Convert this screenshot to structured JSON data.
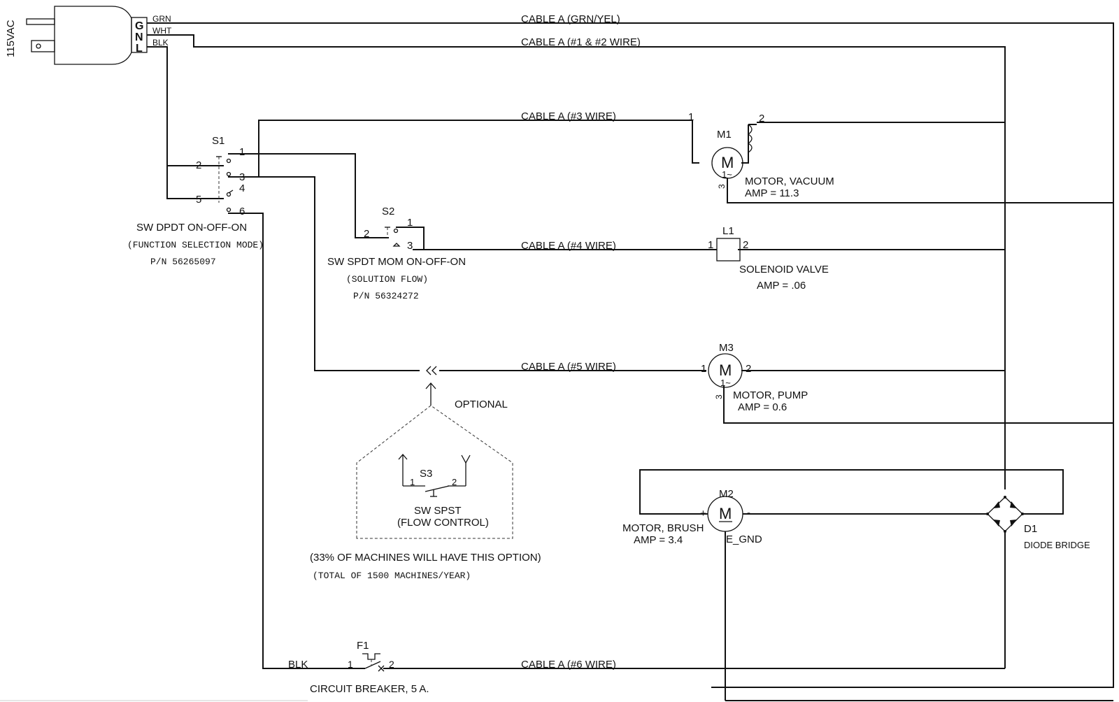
{
  "power": {
    "voltage_label": "115VAC",
    "plug_letters": [
      "G",
      "N",
      "L"
    ],
    "wire_labels": [
      "GRN",
      "WHT",
      "BLK"
    ]
  },
  "cables": {
    "grn_yel": "CABLE A (GRN/YEL)",
    "w12": "CABLE A (#1 & #2 WIRE)",
    "w3": "CABLE A (#3 WIRE)",
    "w4": "CABLE A (#4 WIRE)",
    "w5": "CABLE A (#5 WIRE)",
    "w6": "CABLE A (#6 WIRE)"
  },
  "s1": {
    "ref": "S1",
    "pins": [
      "1",
      "2",
      "3",
      "4",
      "5",
      "6"
    ],
    "title": "SW DPDT ON-OFF-ON",
    "function": "(FUNCTION SELECTION MODE)",
    "part_number": "P/N 56265097"
  },
  "s2": {
    "ref": "S2",
    "pins": [
      "1",
      "2",
      "3"
    ],
    "title": "SW SPDT MOM ON-OFF-ON",
    "function": "(SOLUTION FLOW)",
    "part_number": "P/N 56324272"
  },
  "s3": {
    "ref": "S3",
    "pins": [
      "1",
      "2"
    ],
    "title": "SW SPST",
    "function": "(FLOW CONTROL)",
    "optional_label": "OPTIONAL",
    "option_note": "(33% OF MACHINES WILL HAVE THIS OPTION)",
    "total_note": "(TOTAL OF 1500 MACHINES/YEAR)"
  },
  "m1": {
    "ref": "M1",
    "symbol": "M",
    "phase": "1~",
    "pins": [
      "1",
      "2",
      "3"
    ],
    "name": "MOTOR, VACUUM",
    "amp": "AMP = 11.3"
  },
  "l1": {
    "ref": "L1",
    "pins": [
      "1",
      "2"
    ],
    "name": "SOLENOID VALVE",
    "amp": "AMP = .06"
  },
  "m3": {
    "ref": "M3",
    "symbol": "M",
    "phase": "1~",
    "pins": [
      "1",
      "2",
      "3"
    ],
    "name": "MOTOR, PUMP",
    "amp": "AMP = 0.6"
  },
  "m2": {
    "ref": "M2",
    "symbol": "M",
    "plus": "+",
    "minus": "-",
    "ground": "E_GND",
    "name": "MOTOR, BRUSH",
    "amp": "AMP = 3.4"
  },
  "d1": {
    "ref": "D1",
    "name": "DIODE BRIDGE"
  },
  "f1": {
    "ref": "F1",
    "pins": [
      "1",
      "2"
    ],
    "wire": "BLK",
    "name": "CIRCUIT BREAKER, 5 A."
  }
}
